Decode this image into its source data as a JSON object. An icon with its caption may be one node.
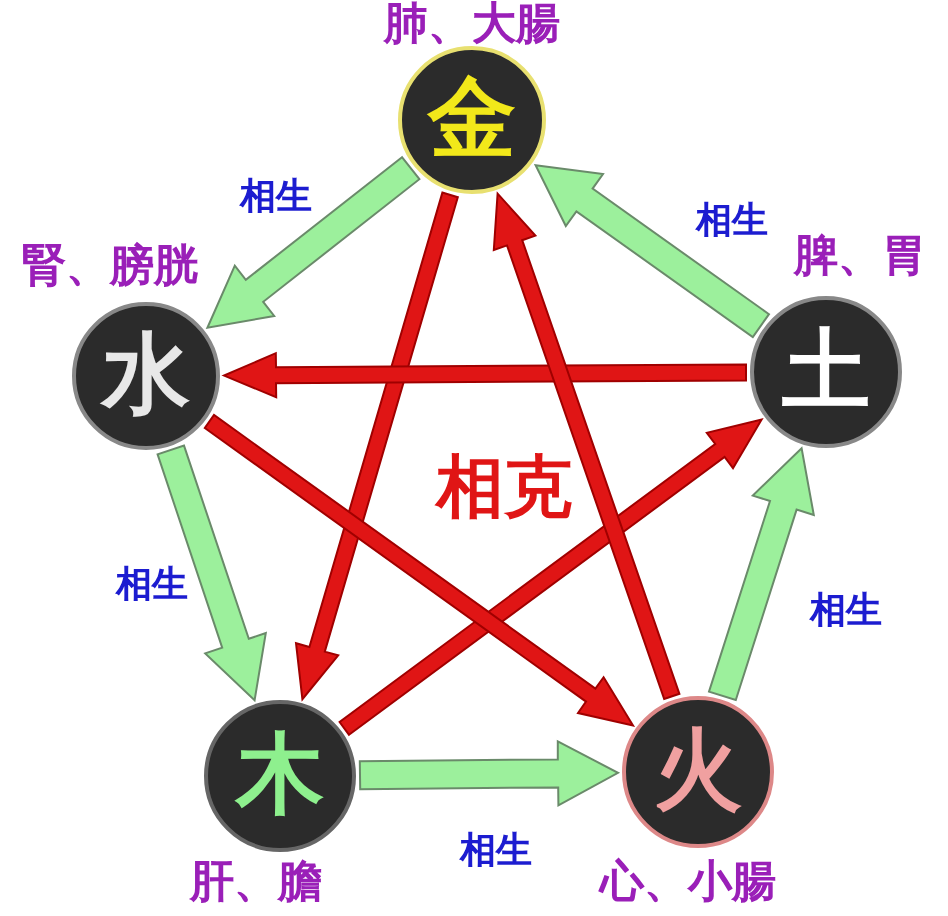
{
  "diagram": {
    "nodes": [
      {
        "text": [
          "金"
        ],
        "beside": [
          "肺、大腸"
        ]
      },
      {
        "text": [
          "水"
        ],
        "beside": [
          "腎、膀胱"
        ]
      },
      {
        "text": [
          "土"
        ],
        "beside": [
          "脾、胃"
        ]
      },
      {
        "text": [
          "木"
        ],
        "beside": [
          "肝、膽"
        ]
      },
      {
        "text": [
          "火"
        ],
        "beside": [
          "心、小腸"
        ]
      }
    ],
    "edges": [
      {
        "from": 0,
        "to": 1,
        "arrow": "to",
        "label": "相生",
        "color": "#9cf09c"
      },
      {
        "from": 2,
        "to": 0,
        "arrow": "to",
        "label": "相生",
        "color": "#9cf09c"
      },
      {
        "from": 1,
        "to": 3,
        "arrow": "to",
        "label": "相生",
        "color": "#9cf09c"
      },
      {
        "from": 4,
        "to": 2,
        "arrow": "to",
        "label": "相生",
        "color": "#9cf09c"
      },
      {
        "from": 3,
        "to": 4,
        "arrow": "to",
        "label": "相生",
        "color": "#9cf09c"
      },
      {
        "from": 0,
        "to": 3,
        "arrow": "to",
        "color": "#e01515"
      },
      {
        "from": 3,
        "to": 2,
        "arrow": "to",
        "color": "#e01515"
      },
      {
        "from": 2,
        "to": 1,
        "arrow": "to",
        "color": "#e01515"
      },
      {
        "from": 1,
        "to": 4,
        "arrow": "to",
        "color": "#e01515"
      },
      {
        "from": 4,
        "to": 0,
        "arrow": "to",
        "color": "#e01515"
      }
    ],
    "labels": [
      "相克"
    ]
  }
}
